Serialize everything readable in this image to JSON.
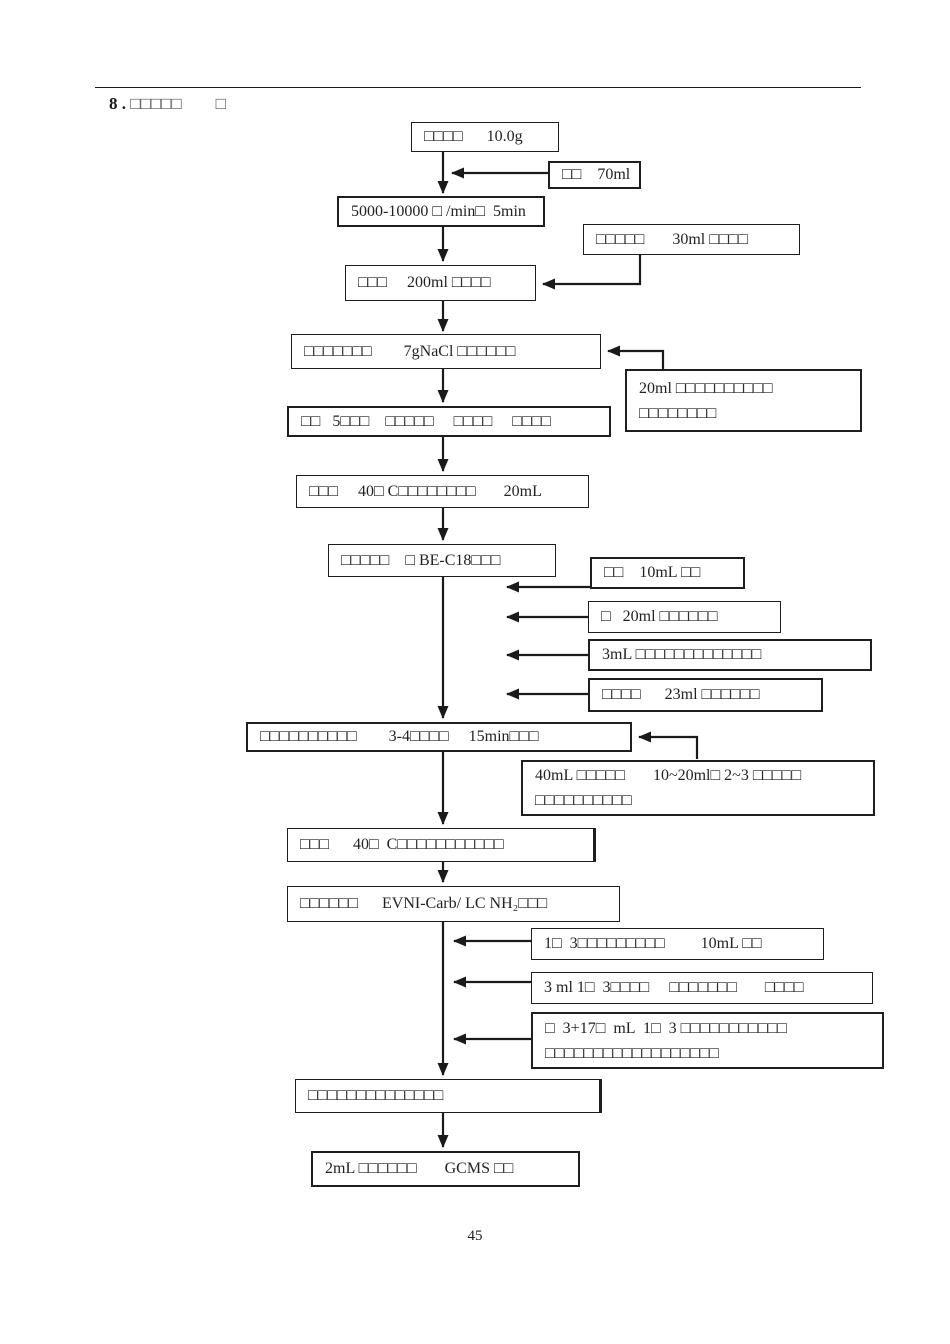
{
  "title": {
    "number": "8 .",
    "text": " □□□□□        □"
  },
  "footer": {
    "page_number": "45"
  },
  "boxes": {
    "sample": {
      "text": "□□□□      10.0g"
    },
    "water70": {
      "text": "□□    70ml"
    },
    "homog": {
      "text": "5000-10000 □ /min□  5min"
    },
    "acn30": {
      "text": "□□□□□       30ml □□□□"
    },
    "tube200": {
      "text": "□□□     200ml □□□□"
    },
    "nacl": {
      "text": "□□□□□□□        7gNaCl □□□□□□"
    },
    "note20": {
      "line1": "20ml □□□□□□□□□□",
      "line2": "□□□□□□□□"
    },
    "shake5": {
      "text": "□□   5□□□    □□□□□     □□□□     □□□□"
    },
    "evap40a": {
      "text": "□□□     40□ C□□□□□□□□       20mL"
    },
    "bec18": {
      "text": "□□□□□    □ BE-C18□□□"
    },
    "water10": {
      "text": "□□    10mL □□"
    },
    "elute20": {
      "text": "□   20ml □□□□□□"
    },
    "elute3": {
      "text": "3mL □□□□□□□□□□□□□"
    },
    "mix23": {
      "text": "□□□□      23ml □□□□□□"
    },
    "degrade": {
      "text": "□□□□□□□□□□        3-4□□□□     15min□□□"
    },
    "note40": {
      "line1": "40mL □□□□□       10~20ml□ 2~3 □□□□□",
      "line2": "□□□□□□□□□□"
    },
    "evap40b": {
      "text": "□□□      40□  C□□□□□□□□□□□"
    },
    "spe": {
      "text": "□□□□□□      EVNI-Carb/ LC NH₂□□□"
    },
    "ratio13": {
      "text": "1□  3□□□□□□□□□         10mL □□"
    },
    "ml3": {
      "text": "3 ml 1□  3□□□□     □□□□□□□       □□□□"
    },
    "ratio317": {
      "line1": "□  3+17□  mL  1□  3 □□□□□□□□□□□",
      "line2": "□□□□□□□□□□□□□□□□□□"
    },
    "transfer": {
      "text": "□□□□□□□□□□□□□□"
    },
    "gcms": {
      "text": "2mL □□□□□□       GCMS □□"
    }
  }
}
